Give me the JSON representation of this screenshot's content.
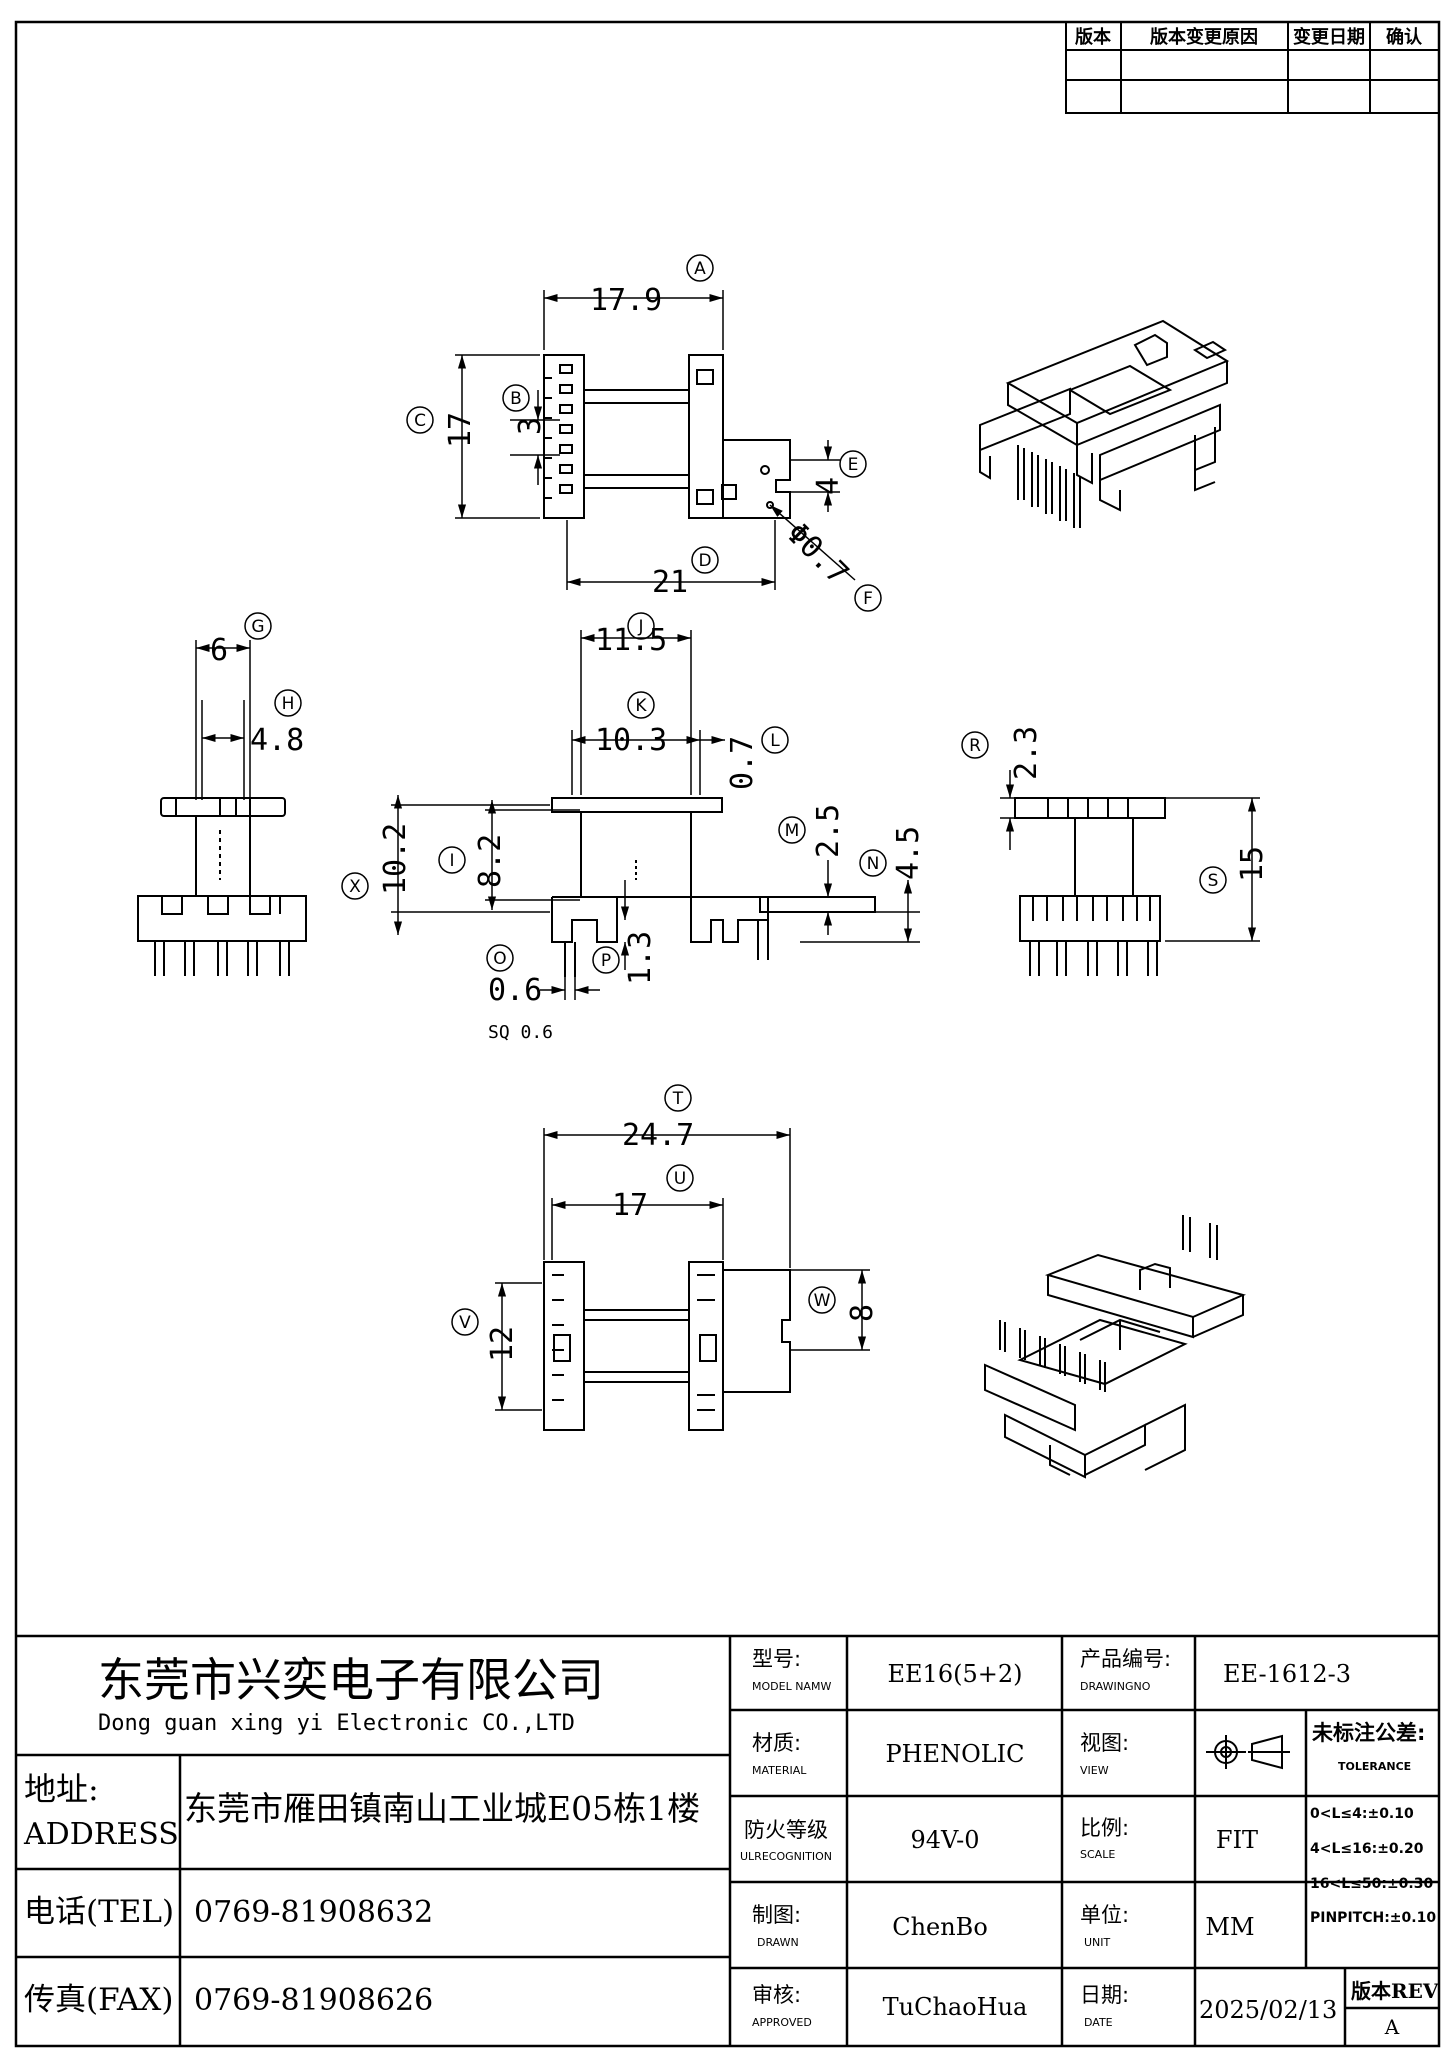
{
  "revision_table": {
    "headers": [
      "版本",
      "版本变更原因",
      "变更日期",
      "确认"
    ]
  },
  "top_view": {
    "dim_width": "17.9",
    "label_width": "A",
    "dim_slot": "3",
    "label_slot": "B",
    "dim_height": "17",
    "label_height": "C",
    "dim_total": "21",
    "label_total": "D",
    "dim_tab": "4",
    "label_tab": "E",
    "dim_hole": "Φ0.7",
    "label_hole": "F"
  },
  "side_view_left": {
    "dim_flange": "6",
    "label_flange": "G",
    "dim_core": "4.8",
    "label_core": "H"
  },
  "front_view": {
    "dim_outer": "11.5",
    "label_outer": "J",
    "dim_inner": "10.3",
    "label_inner": "K",
    "dim_wall": "0.7",
    "label_wall": "L",
    "dim_step": "2.5",
    "label_step": "M",
    "dim_base": "4.5",
    "label_base": "N",
    "dim_total_h": "10.2",
    "label_total_h": "X",
    "dim_window_h": "8.2",
    "label_window_h": "I",
    "dim_pin": "0.6",
    "label_pin": "O",
    "dim_pin_len": "1.3",
    "label_pin_len": "P",
    "pin_note": "SQ 0.6"
  },
  "side_view_right": {
    "dim_flange_t": "2.3",
    "label_flange_t": "R",
    "dim_height": "15",
    "label_height": "S"
  },
  "bottom_view": {
    "dim_length": "24.7",
    "label_length": "T",
    "dim_body": "17",
    "label_body": "U",
    "dim_width": "12",
    "label_width": "V",
    "dim_tab": "8",
    "label_tab": "W"
  },
  "title_block": {
    "company_cn": "东莞市兴奕电子有限公司",
    "company_en": "Dong guan xing yi Electronic CO.,LTD",
    "address_label_cn": "地址:",
    "address_label_en": "ADDRESS",
    "address_value": "东莞市雁田镇南山工业城E05栋1楼",
    "tel_label": "电话(TEL)",
    "tel_value": "0769-81908632",
    "fax_label": "传真(FAX)",
    "fax_value": "0769-81908626",
    "model_label_cn": "型号:",
    "model_label_en": "MODEL NAMW",
    "model_value": "EE16(5+2)",
    "drawingno_label_cn": "产品编号:",
    "drawingno_label_en": "DRAWINGNO",
    "drawingno_value": "EE-1612-3",
    "material_label_cn": "材质:",
    "material_label_en": "MATERIAL",
    "material_value": "PHENOLIC",
    "view_label_cn": "视图:",
    "view_label_en": "VIEW",
    "flame_label_cn": "防火等级",
    "flame_label_en": "ULRECOGNITION",
    "flame_value": "94V-0",
    "scale_label_cn": "比例:",
    "scale_label_en": "SCALE",
    "scale_value": "FIT",
    "drawn_label_cn": "制图:",
    "drawn_label_en": "DRAWN",
    "drawn_value": "ChenBo",
    "unit_label_cn": "单位:",
    "unit_label_en": "UNIT",
    "unit_value": "MM",
    "approved_label_cn": "审核:",
    "approved_label_en": "APPROVED",
    "approved_value": "TuChaoHua",
    "date_label_cn": "日期:",
    "date_label_en": "DATE",
    "date_value": "2025/02/13",
    "rev_label": "版本REV",
    "rev_value": "A",
    "tolerance_title_cn": "未标注公差:",
    "tolerance_title_en": "TOLERANCE",
    "tolerance_rows": [
      "0<L≤4:±0.10",
      "4<L≤16:±0.20",
      "16<L≤50:±0.30",
      "PINPITCH:±0.10"
    ]
  }
}
